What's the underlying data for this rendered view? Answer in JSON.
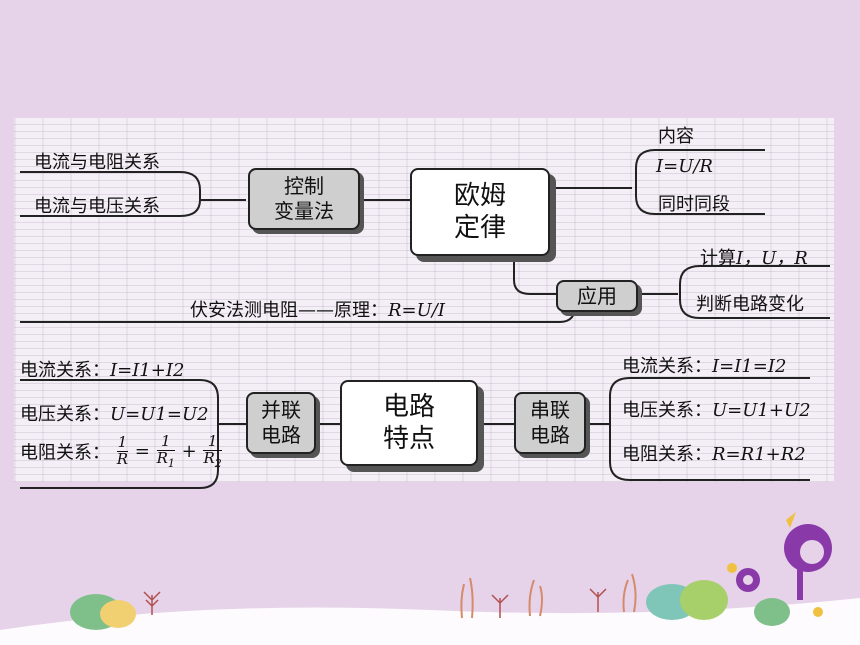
{
  "nodes": {
    "control": "控制\n变量法",
    "ohm": "欧姆\n定律",
    "apply": "应用",
    "parallel": "并联\n电路",
    "features": "电路\n特点",
    "series": "串联\n电路"
  },
  "labels": {
    "current_resistance": "电流与电阻关系",
    "current_voltage": "电流与电压关系",
    "content": "内容",
    "ohm_formula": "I=U/R",
    "same_segment": "同时同段",
    "calc_prefix": "计算",
    "calc_vars": "I，U，R",
    "judge_change": "判断电路变化",
    "voltammetry": "伏安法测电阻——原理：",
    "voltammetry_formula": "R=U/I",
    "par_current_label": "电流关系：",
    "par_current_formula": "I=I1+I2",
    "par_voltage_label": "电压关系：",
    "par_voltage_formula": "U=U1=U2",
    "par_resistance_label": "电阻关系：",
    "ser_current_label": "电流关系：",
    "ser_current_formula": "I=I1=I2",
    "ser_voltage_label": "电压关系：",
    "ser_voltage_formula": "U=U1+U2",
    "ser_resistance_label": "电阻关系：",
    "ser_resistance_formula": "R=R1+R2"
  },
  "colors": {
    "background": "#e6d3e9",
    "panel": "#f4eef6",
    "small_node": "#cfcfcf",
    "big_node": "#ffffff",
    "accent_purple": "#8a3aa8"
  }
}
